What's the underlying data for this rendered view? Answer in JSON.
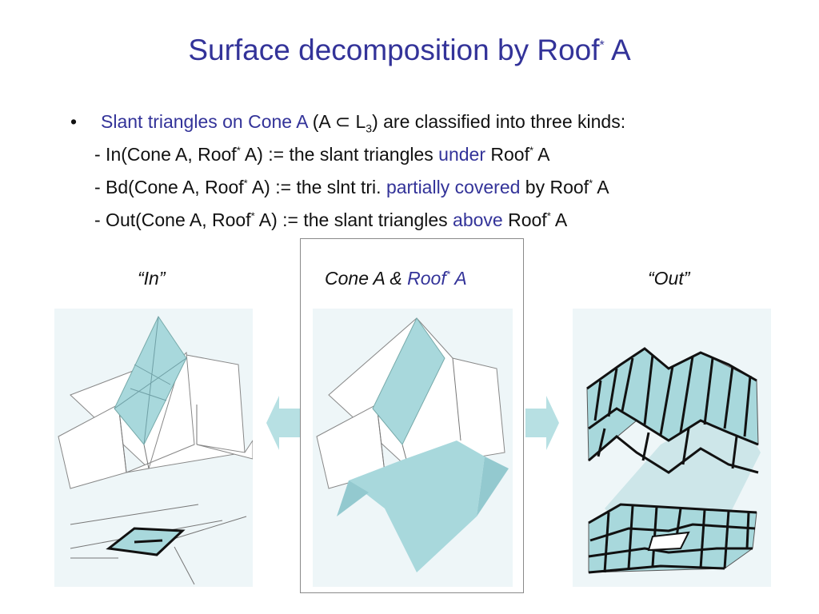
{
  "title": {
    "main": "Surface decomposition by Roof",
    "star": "*",
    "suffix": "A"
  },
  "bullet": {
    "marker": "•",
    "highlight": "Slant triangles on Cone A",
    "paren_open": "(A ",
    "subset_symbol": "⊂",
    "paren_L": " L",
    "paren_sub": "3",
    "rest": ") are classified into three kinds:"
  },
  "lines": {
    "in": {
      "prefix": "- In(Cone A, Roof",
      "mid": " A) := the slant triangles ",
      "highlight": "under",
      "suffix": " Roof",
      "end": " A"
    },
    "bd": {
      "prefix": "- Bd(Cone A, Roof",
      "mid": " A) := the slnt tri. ",
      "highlight": "partially covered",
      "suffix": " by Roof",
      "end": " A"
    },
    "out": {
      "prefix": "- Out(Cone A, Roof",
      "mid": " A) := the slant triangles ",
      "highlight": "above",
      "suffix": " Roof",
      "end": " A"
    },
    "star": "*"
  },
  "captions": {
    "left": "“In”",
    "center_a": "Cone A & ",
    "center_b": "Roof",
    "center_star": "*",
    "center_c": " A",
    "right": "“Out”"
  },
  "colors": {
    "title_blue": "#333399",
    "teal": "#a8d8dc",
    "panel_bg": "#eef6f8",
    "arrow": "#b7e0e3"
  }
}
